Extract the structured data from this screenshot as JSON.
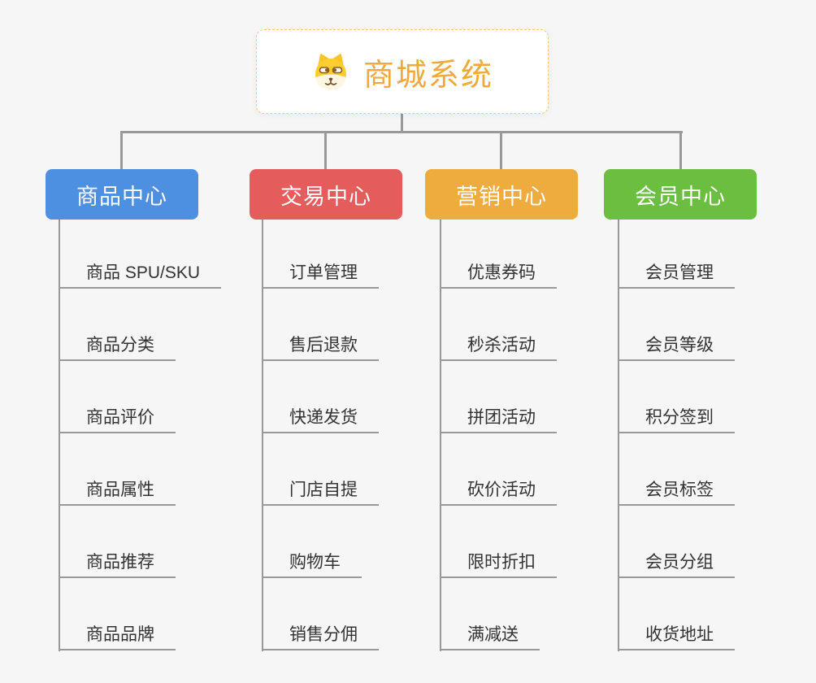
{
  "page": {
    "background_color": "#f6f6f6",
    "connector_color": "#999999",
    "leaf_text_color": "#333333"
  },
  "root": {
    "title": "商城系统",
    "icon": "dog-face-icon",
    "text_color": "#f0a93c",
    "border_color": "#f3c97f"
  },
  "branches": [
    {
      "label": "商品中心",
      "color": "#4d90e2",
      "children": [
        "商品 SPU/SKU",
        "商品分类",
        "商品评价",
        "商品属性",
        "商品推荐",
        "商品品牌"
      ]
    },
    {
      "label": "交易中心",
      "color": "#e55c5c",
      "children": [
        "订单管理",
        "售后退款",
        "快递发货",
        "门店自提",
        "购物车",
        "销售分佣"
      ]
    },
    {
      "label": "营销中心",
      "color": "#eeac3e",
      "children": [
        "优惠券码",
        "秒杀活动",
        "拼团活动",
        "砍价活动",
        "限时折扣",
        "满减送"
      ]
    },
    {
      "label": "会员中心",
      "color": "#6cbe40",
      "children": [
        "会员管理",
        "会员等级",
        "积分签到",
        "会员标签",
        "会员分组",
        "收货地址"
      ]
    }
  ]
}
